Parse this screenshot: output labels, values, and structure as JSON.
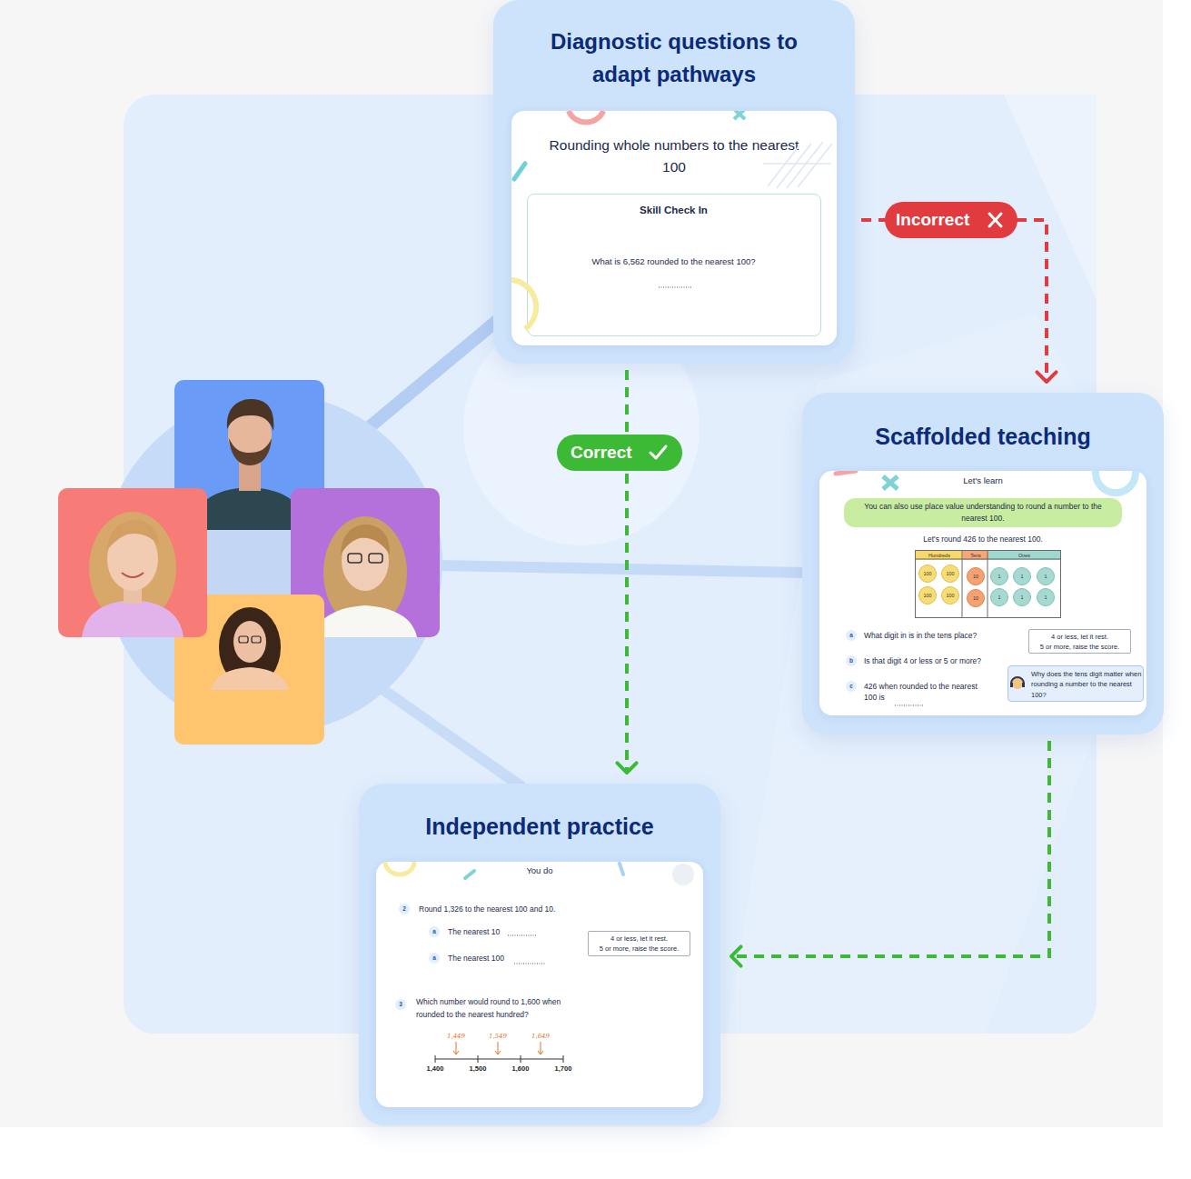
{
  "diagram": {
    "nodes": [
      {
        "text": [
          "Diagnostic questions to adapt pathways"
        ]
      },
      {
        "text": [
          "Rounding whole numbers to the nearest 100"
        ],
        "in": 0
      },
      {
        "text": [
          "Skill Check In",
          "What is 6,562 rounded to the nearest 100?"
        ],
        "in": 1
      },
      {
        "text": [
          "Scaffolded teaching"
        ]
      },
      {
        "text": [
          "Let's learn",
          "Let's round 426 to the nearest 100.",
          "What digit in is in the tens place?",
          "Is that digit 4 or less or 5 or more?",
          "426 when rounded to the nearest 100 is"
        ],
        "in": 3
      },
      {
        "text": [
          "You can also use place value understanding to round a number to the nearest 100."
        ],
        "in": 4
      },
      {
        "text": [
          "Hundreds",
          "Tens",
          "Ones"
        ],
        "in": 4
      },
      {
        "text": [
          "100"
        ],
        "in": 6
      },
      {
        "text": [
          "100"
        ],
        "in": 6
      },
      {
        "text": [
          "100"
        ],
        "in": 6
      },
      {
        "text": [
          "100"
        ],
        "in": 6
      },
      {
        "text": [
          "10"
        ],
        "in": 6
      },
      {
        "text": [
          "10"
        ],
        "in": 6
      },
      {
        "text": [
          "1"
        ],
        "in": 6
      },
      {
        "text": [
          "1"
        ],
        "in": 6
      },
      {
        "text": [
          "1"
        ],
        "in": 6
      },
      {
        "text": [
          "1"
        ],
        "in": 6
      },
      {
        "text": [
          "1"
        ],
        "in": 6
      },
      {
        "text": [
          "1"
        ],
        "in": 6
      },
      {
        "text": [
          "a"
        ],
        "in": 4
      },
      {
        "text": [
          "b"
        ],
        "in": 4
      },
      {
        "text": [
          "c"
        ],
        "in": 4
      },
      {
        "text": [
          "4 or less, let it rest.",
          "5 or more, raise the score."
        ],
        "in": 4
      },
      {
        "text": [
          "Why does the tens digit matter when rounding a number to the nearest 100?"
        ],
        "in": 4
      },
      {
        "text": [
          "Independent practice"
        ]
      },
      {
        "text": [
          "You do",
          "Round 1,326 to the nearest 100 and 10.",
          "The nearest 10",
          "The nearest 100",
          "Which number would round to 1,600 when rounded to the nearest hundred?"
        ],
        "in": 24
      },
      {
        "text": [
          "2"
        ],
        "in": 25
      },
      {
        "text": [
          "a"
        ],
        "in": 25
      },
      {
        "text": [
          "a"
        ],
        "in": 25
      },
      {
        "text": [
          "4 or less, let it rest.",
          "5 or more, raise the score."
        ],
        "in": 25
      },
      {
        "text": [
          "3"
        ],
        "in": 25
      }
    ],
    "edges": [
      {
        "from": 0,
        "to": 3,
        "arrow": "to",
        "label": "Incorrect"
      },
      {
        "from": 0,
        "to": 24,
        "arrow": "to",
        "label": "Correct"
      },
      {
        "from": 3,
        "to": 24,
        "arrow": "to"
      }
    ],
    "labels": [
      "1,449",
      "1,549",
      "1,649",
      "1,400",
      "1,500",
      "1,600",
      "1,700"
    ]
  }
}
